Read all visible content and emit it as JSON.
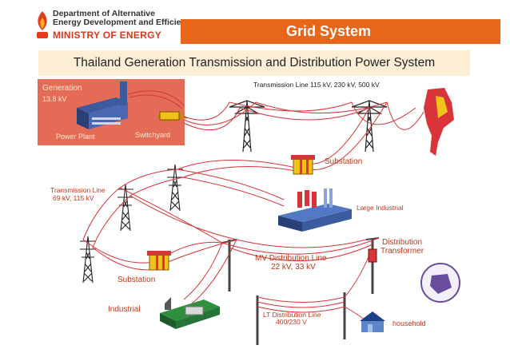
{
  "header": {
    "dept_line1": "Department of Alternative",
    "dept_line2": "Energy Development and Efficiency",
    "ministry": "MINISTRY OF ENERGY",
    "title": "Grid System",
    "subtitle": "Thailand Generation Transmission and Distribution Power System"
  },
  "labels": {
    "generation": "Generation",
    "generation_voltage": "13.8 kV",
    "power_plant": "Power Plant",
    "switchyard": "Switchyard",
    "transmission_hv": "Transmission Line 115 kV, 230 kV, 500 kV",
    "substation_top": "Substation",
    "transmission_line": "Transmission Line",
    "transmission_line_voltage": "69 kV, 115 kV",
    "large_industrial": "Large Industrial",
    "distribution_transformer_1": "Distribution",
    "distribution_transformer_2": "Transformer",
    "mv_line": "MV Distribution Line",
    "mv_voltage": "22 kV, 33 kV",
    "substation_bottom": "Substation",
    "industrial": "Industrial",
    "lt_line": "LT Distribution Line",
    "lt_voltage": "400/230 V",
    "household": "household"
  },
  "colors": {
    "accent": "#e8661a",
    "subtitle_bg": "#fdefd6",
    "generation_box": "#e46b55",
    "wire": "#d8343a",
    "label_red": "#c03818"
  },
  "icons": [
    "ministry-logo-icon",
    "thailand-map-icon",
    "egat-seal-icon"
  ]
}
